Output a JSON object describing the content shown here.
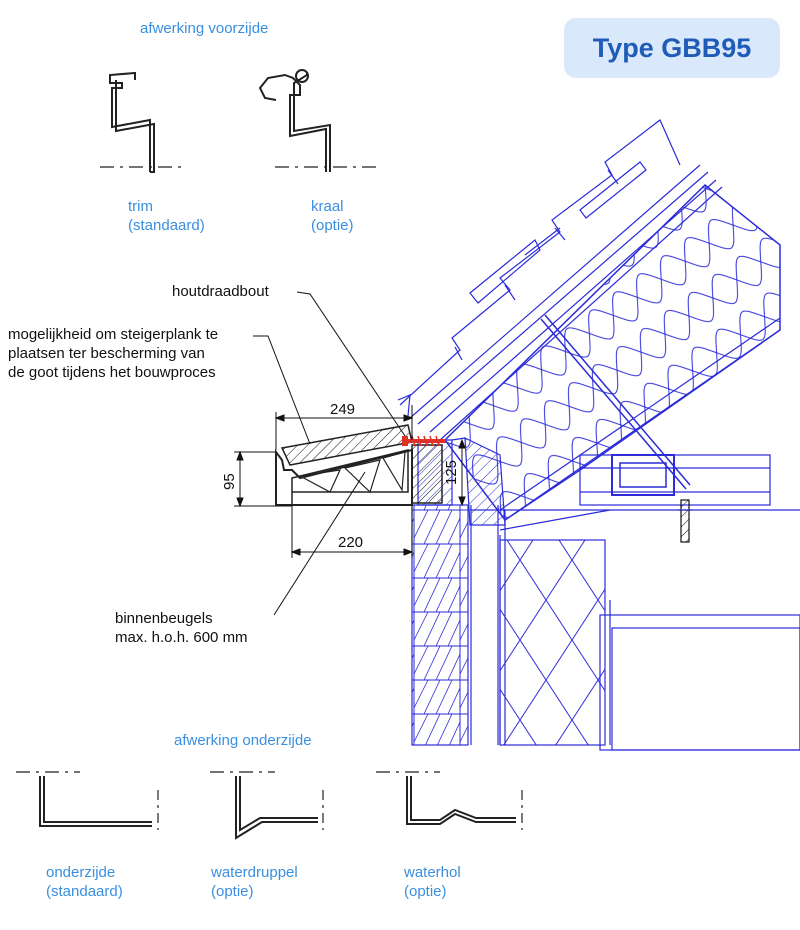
{
  "badge": {
    "title": "Type GBB95"
  },
  "front_finish": {
    "heading": "afwerking voorzijde",
    "options": [
      {
        "name": "trim",
        "note": "(standaard)"
      },
      {
        "name": "kraal",
        "note": "(optie)"
      }
    ]
  },
  "bottom_finish": {
    "heading": "afwerking onderzijde",
    "options": [
      {
        "name": "onderzijde",
        "note": "(standaard)"
      },
      {
        "name": "waterdruppel",
        "note": "(optie)"
      },
      {
        "name": "waterhol",
        "note": "(optie)"
      }
    ]
  },
  "annotations": {
    "bolt": "houtdraadbout",
    "plank_line1": "mogelijkheid om steigerplank te",
    "plank_line2": "plaatsen ter bescherming van",
    "plank_line3": "de goot tijdens het bouwproces",
    "brackets_line1": "binnenbeugels",
    "brackets_line2": "max. h.o.h. 600 mm"
  },
  "dimensions": {
    "top_width": "249",
    "bottom_width": "220",
    "height_gutter": "95",
    "height_fascia": "125"
  },
  "colors": {
    "drawing_blue": "#2b2bd9",
    "label_blue": "#3a8fe0",
    "badge_bg": "#d9e8fb",
    "badge_text": "#1f5cb8",
    "bolt_red": "#e0302a"
  }
}
